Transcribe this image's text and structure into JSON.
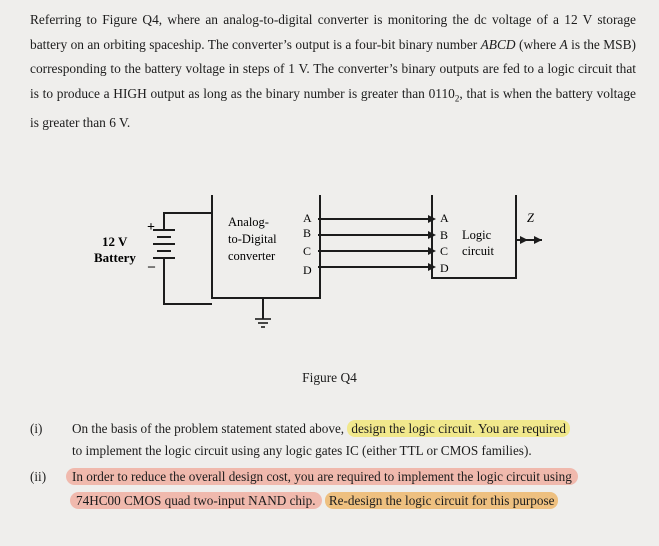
{
  "intro": {
    "parts": [
      "Referring to Figure Q4, where an analog-to-digital converter is monitoring the dc voltage of a 12 V storage battery on an orbiting spaceship. The converter’s output is a four-bit binary number ",
      "ABCD",
      " (where ",
      "A",
      " is the MSB) corresponding to the battery voltage in steps of 1 V.  The converter’s binary outputs are fed to a logic circuit that is to produce a HIGH output as long as the binary number is greater than 0110",
      "2",
      ", that is when the battery voltage is greater than 6 V."
    ]
  },
  "figure": {
    "battery_label_1": "12 V",
    "battery_label_2": "Battery",
    "plus": "+",
    "minus": "–",
    "adc_line1": "Analog-",
    "adc_line2": "to-Digital",
    "adc_line3": "converter",
    "adc_outputs": [
      "A",
      "B",
      "C",
      "D"
    ],
    "logic_inputs": [
      "A",
      "B",
      "C",
      "D"
    ],
    "logic_line1": "Logic",
    "logic_line2": "circuit",
    "output_label": "Z",
    "caption": "Figure Q4"
  },
  "questions": [
    {
      "num": "(i)",
      "line1_plain": "On the basis of the problem statement stated above, ",
      "line1_highlight": "design the logic circuit. You are required",
      "line2": "to implement the logic circuit using any logic gates IC (either TTL or CMOS families)."
    },
    {
      "num": "(ii)",
      "line1": "In order to reduce the overall design cost, you are required to implement the logic circuit using",
      "line2_a": "74HC00 CMOS quad two-input NAND chip.",
      "line2_b": "Re-design the logic circuit for this purpose"
    }
  ],
  "colors": {
    "highlight_yellow": "#f1e88c",
    "highlight_pink": "#f0b9ad",
    "highlight_orange": "#eec080"
  }
}
